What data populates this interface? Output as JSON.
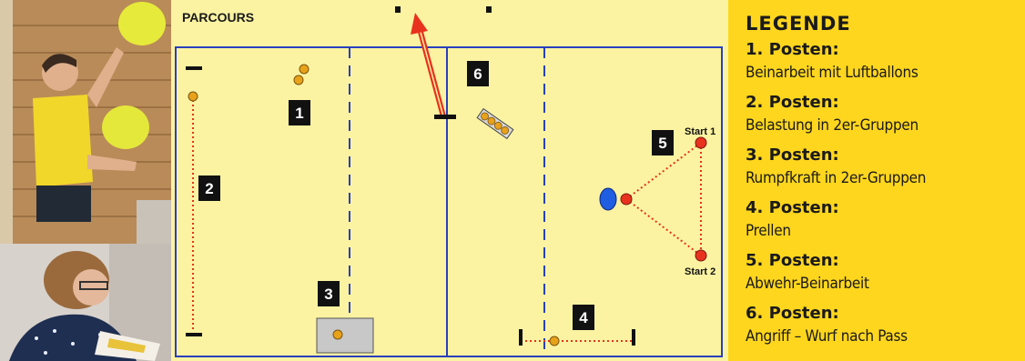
{
  "diagram": {
    "title": "PARCOURS",
    "station_numbers": [
      "1",
      "2",
      "3",
      "4",
      "5",
      "6"
    ],
    "start_labels": [
      "Start 1",
      "Start 2"
    ],
    "colors": {
      "court_lines": "#2a3fbd",
      "background": "#fbf3a2",
      "arrow": "#e8321e",
      "ball": "#e8a21a",
      "cone": "#e8321e",
      "dotted": "#e8321e",
      "player": "#1f5ee0"
    }
  },
  "legend": {
    "title": "LEGENDE",
    "items": [
      {
        "heading": "1. Posten:",
        "description": "Beinarbeit mit Luftballons"
      },
      {
        "heading": "2. Posten:",
        "description": "Belastung in 2er-Gruppen"
      },
      {
        "heading": "3. Posten:",
        "description": "Rumpfkraft in 2er-Gruppen"
      },
      {
        "heading": "4. Posten:",
        "description": "Prellen"
      },
      {
        "heading": "5. Posten:",
        "description": "Abwehr-Beinarbeit"
      },
      {
        "heading": "6. Posten:",
        "description": "Angriff – Wurf nach Pass"
      }
    ]
  }
}
